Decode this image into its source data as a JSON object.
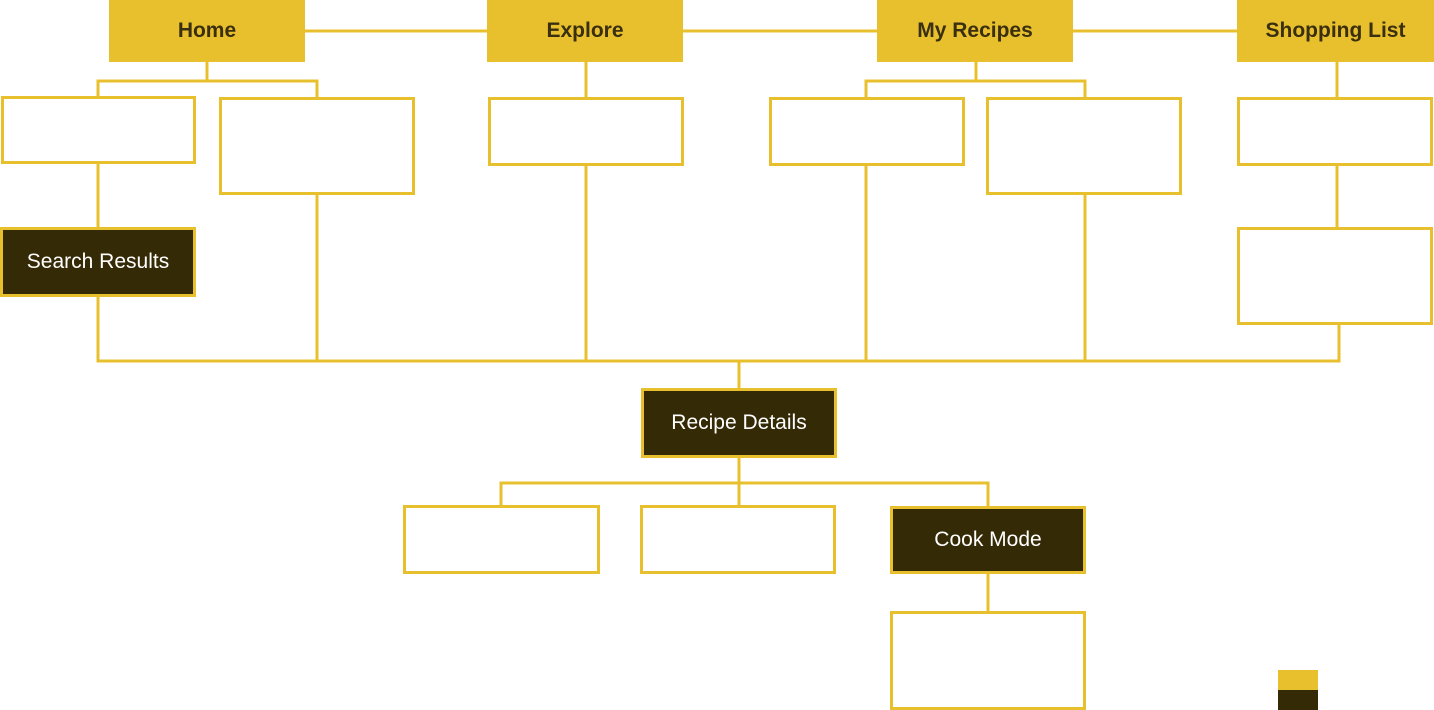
{
  "colors": {
    "primary": "#e8c02e",
    "key_screen": "#352a06",
    "key_text": "#ffffff",
    "nav_text": "#3a2f0e",
    "background": "#ffffff"
  },
  "nav": {
    "home": "Home",
    "explore": "Explore",
    "my_recipes": "My Recipes",
    "shopping_list": "Shopping List"
  },
  "screens": {
    "search_results": "Search Results",
    "recipe_details": "Recipe Details",
    "cook_mode": "Cook Mode"
  }
}
